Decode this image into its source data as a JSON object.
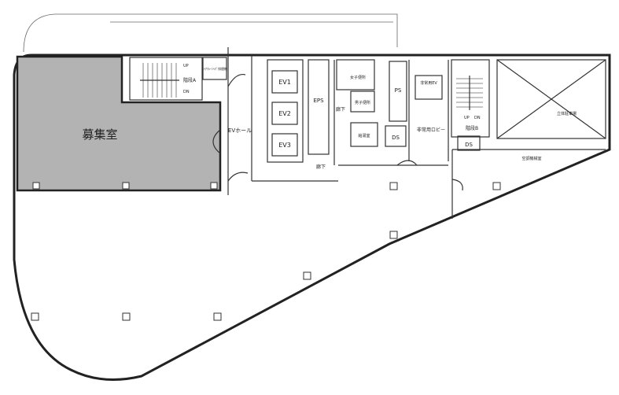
{
  "floor_plan": {
    "rooms": {
      "vacancy": "募集室",
      "ev_hall": "EVホール",
      "ev1": "EV1",
      "ev2": "EV2",
      "ev3": "EV3",
      "eps": "EPS",
      "corridor_1": "廊下",
      "corridor_2": "廊下",
      "ps": "PS",
      "emergency_ev": "非常用EV",
      "ds_1": "DS",
      "ds_2": "DS",
      "emergency_lobby": "非常用ロビー",
      "womens_toilet": "女子便所",
      "mens_toilet": "男子便所",
      "kitchen": "給湯室",
      "stair_a": "階段A",
      "stair_b": "階段B",
      "parking": "立体駐車場",
      "hvac_room": "空調機械室",
      "smoke_shaft": "ｴｲｱﾏｼｰﾝﾍｸﾞ排煙機",
      "up_a": "UP",
      "dn_a": "DN",
      "up_b": "UP",
      "dn_b": "DN"
    },
    "colors": {
      "vacancy_fill": "#b3b3b3",
      "line": "#222222"
    }
  }
}
